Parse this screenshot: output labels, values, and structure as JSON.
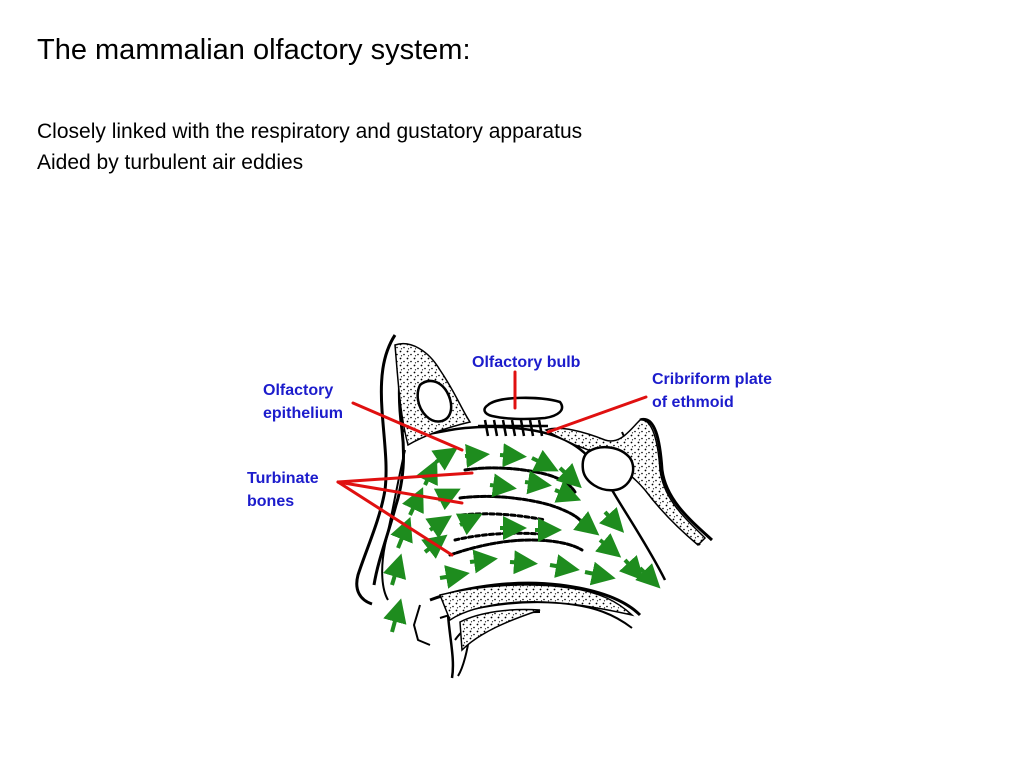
{
  "slide": {
    "title": "The mammalian olfactory system:",
    "bullets": [
      "Closely linked with the respiratory and gustatory apparatus",
      "Aided by turbulent air eddies"
    ]
  },
  "diagram": {
    "labels": {
      "olfactory_bulb": "Olfactory bulb",
      "olfactory_epithelium": [
        "Olfactory",
        "epithelium"
      ],
      "cribriform_plate": [
        "Cribriform plate",
        "of ethmoid"
      ],
      "turbinate_bones": [
        "Turbinate",
        "bones"
      ]
    },
    "colors": {
      "label_text": "#1c1ccc",
      "leader_line": "#e01010",
      "air_arrow": "#1e8c1e",
      "outline": "#000000"
    }
  }
}
